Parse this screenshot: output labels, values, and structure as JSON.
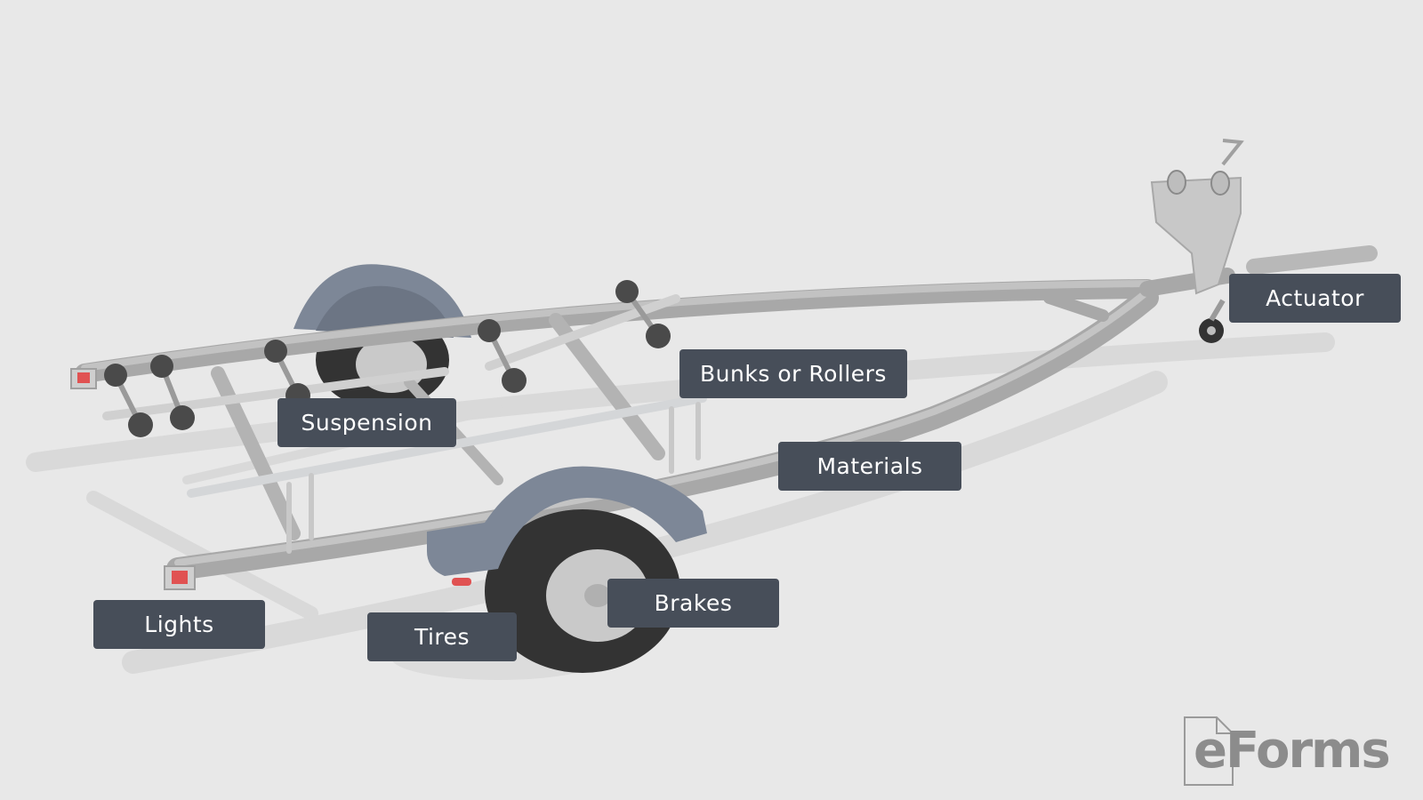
{
  "labels": {
    "actuator": "Actuator",
    "bunks_or_rollers": "Bunks or Rollers",
    "suspension": "Suspension",
    "materials": "Materials",
    "brakes": "Brakes",
    "lights": "Lights",
    "tires": "Tires"
  },
  "logo": {
    "text": "eForms"
  },
  "colors": {
    "background": "#e8e8e8",
    "label_bg": "#474e59",
    "frame": "#b8b8b8",
    "fender": "#7d8797",
    "tire": "#333333",
    "light": "#e05252"
  }
}
